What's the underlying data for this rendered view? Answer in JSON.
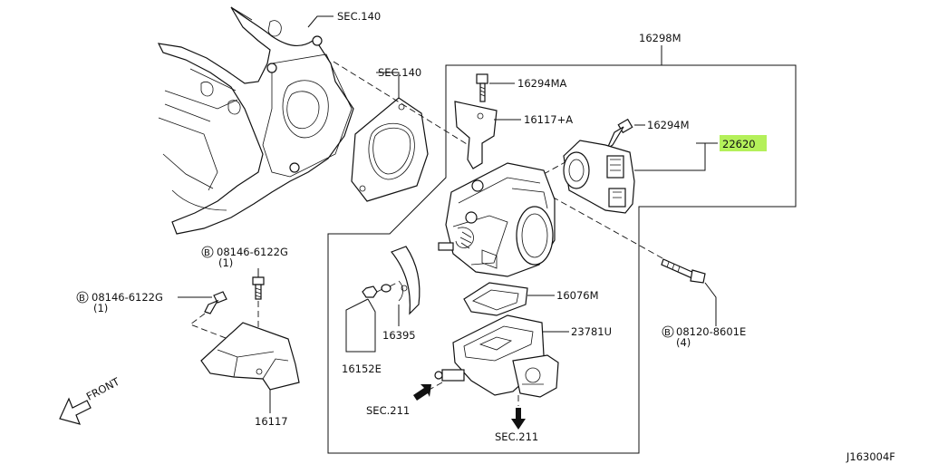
{
  "labels": {
    "sec140_top": "SEC.140",
    "sec140_gasket": "SEC.140",
    "kit": "16298M",
    "screw_16294MA": "16294MA",
    "bracket_16117A": "16117+A",
    "screw_16294M": "16294M",
    "sensor_22620": "22620",
    "bolt_08146_a_num": "08146-6122G",
    "bolt_08146_a_qty": "(1)",
    "bolt_08146_b_num": "08146-6122G",
    "bolt_08146_b_qty": "(1)",
    "gasket_16076M": "16076M",
    "iac_23781U": "23781U",
    "spring_16395": "16395",
    "bracket_16152E": "16152E",
    "bolt_08120_num": "08120-8601E",
    "bolt_08120_qty": "(4)",
    "bracket_16117": "16117",
    "sec211_left": "SEC.211",
    "sec211_bottom": "SEC.211",
    "front": "FRONT",
    "diagram_code": "J163004F",
    "bolt_symbol": "B"
  },
  "colors": {
    "highlight": "#b4f05a",
    "line": "#111111",
    "background": "#ffffff"
  }
}
